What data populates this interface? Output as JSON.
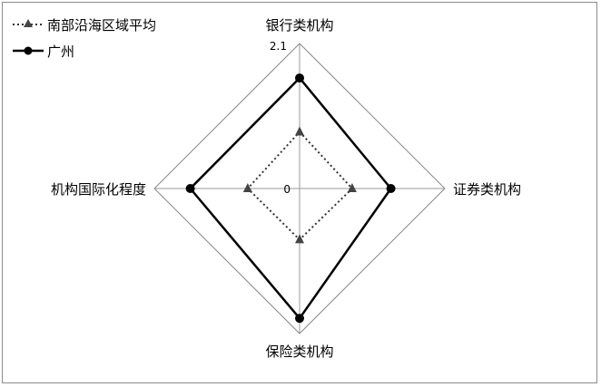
{
  "chart_data": {
    "type": "radar",
    "axes": [
      "银行类机构",
      "证券类机构",
      "保险类机构",
      "机构国际化程度"
    ],
    "range": [
      0,
      2.1
    ],
    "tick_labels": {
      "min": "0",
      "max": "2.1"
    },
    "series": [
      {
        "name": "南部沿海区域平均",
        "values": [
          0.82,
          0.76,
          0.74,
          0.75
        ],
        "line_style": "dotted",
        "marker": "triangle",
        "color": "#333333"
      },
      {
        "name": "广州",
        "values": [
          1.6,
          1.32,
          1.88,
          1.58
        ],
        "line_style": "solid",
        "marker": "circle",
        "color": "#000000"
      }
    ],
    "legend": "top-left",
    "grid": "outer boundary only"
  }
}
